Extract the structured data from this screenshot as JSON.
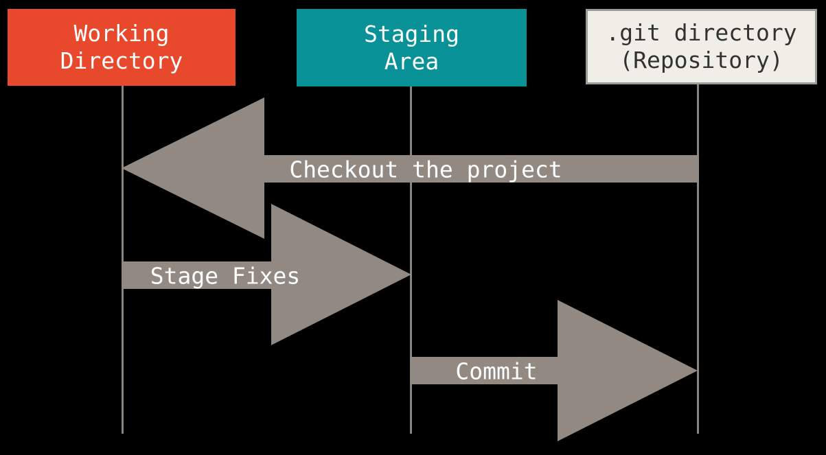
{
  "colors": {
    "background": "#000000",
    "working_box": "#e8492c",
    "staging_box": "#089298",
    "repository_box": "#efeee7",
    "repository_border": "#9c9c9a",
    "light_text": "#ffffff",
    "repository_text": "#32322f",
    "arrow": "#928a82",
    "arrow_text": "#ffffff",
    "lifeline": "#8a8580"
  },
  "boxes": [
    {
      "id": "working-directory",
      "label": "Working\nDirectory"
    },
    {
      "id": "staging-area",
      "label": "Staging\nArea"
    },
    {
      "id": "git-directory",
      "label": ".git directory\n(Repository)"
    }
  ],
  "arrows": [
    {
      "id": "checkout",
      "label": "Checkout the project",
      "direction": "right-to-left",
      "from": "git-directory",
      "to": "working-directory"
    },
    {
      "id": "stage-fixes",
      "label": "Stage Fixes",
      "direction": "left-to-right",
      "from": "working-directory",
      "to": "staging-area"
    },
    {
      "id": "commit",
      "label": "Commit",
      "direction": "left-to-right",
      "from": "staging-area",
      "to": "git-directory"
    }
  ]
}
